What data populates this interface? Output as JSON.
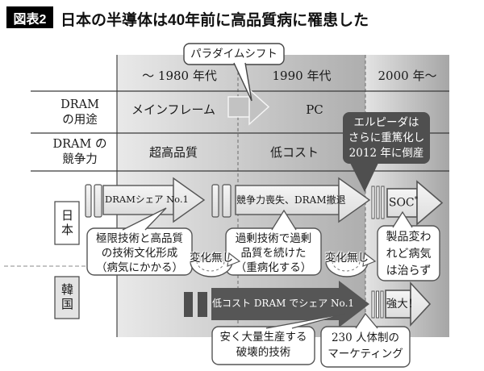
{
  "figure": {
    "badge": "図表2",
    "title": "日本の半導体は40年前に高品質病に罹患した"
  },
  "header": {
    "paradigm_shift": "パラダイムシフト",
    "eras": [
      "～ 1980 年代",
      "1990 年代",
      "2000 年～"
    ]
  },
  "left_axis": {
    "usage_label": [
      "DRAM",
      "の用途"
    ],
    "competitiveness_label": [
      "DRAM の",
      "競争力"
    ],
    "japan": "日本",
    "korea": "韓国"
  },
  "usage_row": {
    "mainframe": "メインフレーム",
    "pc": "PC"
  },
  "competitiveness_row": {
    "high_quality": "超高品質",
    "low_cost": "低コスト"
  },
  "elpida_note": {
    "lines": [
      "エルピーダは",
      "さらに重篤化し",
      "2012 年に倒産"
    ]
  },
  "japan_row": {
    "arrow1": "DRAMシェア No.1",
    "arrow2": "競争力喪失、DRAM撤退",
    "arrow3": "SOC",
    "arrow3_mark": "*",
    "bubble1": [
      "極限技術と高品質",
      "の技術文化形成",
      "（病気にかかる）"
    ],
    "no_change_left": "変化無し",
    "bubble2": [
      "過剰技術で過剰",
      "品質を続けた",
      "（重病化する）"
    ],
    "no_change_right": "変化無し",
    "bubble3": [
      "製品変わ",
      "れど病気",
      "は治らず"
    ]
  },
  "korea_row": {
    "arrow1": "低コスト DRAM でシェア No.1",
    "arrow2": "強大！",
    "bubble1": [
      "安く大量生産する",
      "破壊的技術"
    ],
    "bubble2": [
      "230 人体制の",
      "マーケティング"
    ]
  },
  "colors": {
    "dark_fill": "#4f4f4f",
    "band_light": "#e7e7e7",
    "band_dark": "#abababff",
    "line": "#3a3a3a"
  }
}
